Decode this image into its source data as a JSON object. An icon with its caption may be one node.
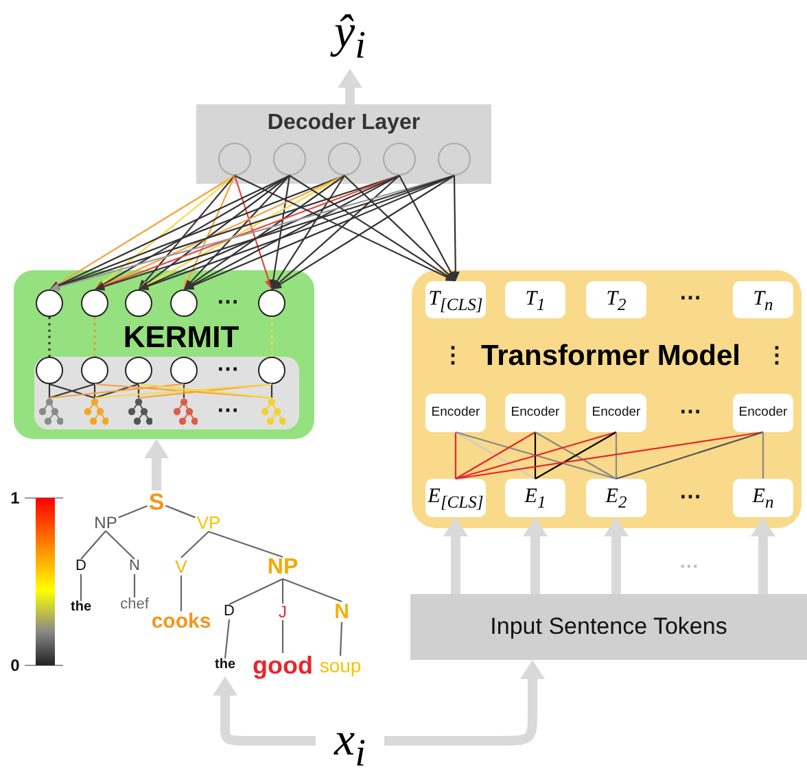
{
  "diagram": {
    "nodes": [
      {
        "text": [
          "ŷ$_{i}$"
        ]
      },
      {
        "text": [
          "Decoder Layer"
        ]
      },
      {
        "text": [],
        "shape": "circle",
        "in": 1
      },
      {
        "text": [],
        "shape": "circle",
        "in": 1
      },
      {
        "text": [],
        "shape": "circle",
        "in": 1
      },
      {
        "text": [],
        "shape": "circle",
        "in": 1
      },
      {
        "text": [],
        "shape": "circle",
        "in": 1
      },
      {
        "text": [
          "KERMIT"
        ]
      },
      {
        "text": [],
        "shape": "circle",
        "in": 7
      },
      {
        "text": [],
        "shape": "circle",
        "in": 7
      },
      {
        "text": [],
        "shape": "circle",
        "in": 7
      },
      {
        "text": [],
        "shape": "circle",
        "in": 7
      },
      {
        "text": [],
        "shape": "circle",
        "in": 7
      },
      {
        "text": [],
        "shape": "circle",
        "in": 7
      },
      {
        "text": [],
        "shape": "circle",
        "in": 7
      },
      {
        "text": [],
        "shape": "circle",
        "in": 7
      },
      {
        "text": [],
        "shape": "circle",
        "in": 7
      },
      {
        "text": [],
        "shape": "circle",
        "in": 7
      },
      {
        "text": [],
        "shape": "picture",
        "in": 7
      },
      {
        "text": [],
        "shape": "picture",
        "in": 7
      },
      {
        "text": [],
        "shape": "picture",
        "in": 7
      },
      {
        "text": [],
        "shape": "picture",
        "in": 7
      },
      {
        "text": [],
        "shape": "picture",
        "in": 7
      },
      {
        "text": [
          "Transformer Model"
        ]
      },
      {
        "text": [
          "T$_{[CLS]}$"
        ],
        "in": 23
      },
      {
        "text": [
          "T$_{1}$"
        ],
        "in": 23
      },
      {
        "text": [
          "T$_{2}$"
        ],
        "in": 23
      },
      {
        "text": [
          "T$_{n}$"
        ],
        "in": 23
      },
      {
        "text": [
          "Encoder"
        ],
        "in": 23
      },
      {
        "text": [
          "Encoder"
        ],
        "in": 23
      },
      {
        "text": [
          "Encoder"
        ],
        "in": 23
      },
      {
        "text": [
          "Encoder"
        ],
        "in": 23
      },
      {
        "text": [
          "E$_{[CLS]}$"
        ],
        "in": 23
      },
      {
        "text": [
          "E$_{1}$"
        ],
        "in": 23
      },
      {
        "text": [
          "E$_{2}$"
        ],
        "in": 23
      },
      {
        "text": [
          "E$_{n}$"
        ],
        "in": 23
      },
      {
        "text": [
          "Input Sentence Tokens"
        ]
      },
      {
        "text": [
          "x$_{i}$"
        ]
      },
      {
        "text": [
          "S"
        ]
      },
      {
        "text": [
          "NP"
        ]
      },
      {
        "text": [
          "VP"
        ]
      },
      {
        "text": [
          "D"
        ]
      },
      {
        "text": [
          "N"
        ]
      },
      {
        "text": [
          "V"
        ]
      },
      {
        "text": [
          "NP"
        ]
      },
      {
        "text": [
          "the"
        ]
      },
      {
        "text": [
          "chef"
        ]
      },
      {
        "text": [
          "cooks"
        ]
      },
      {
        "text": [
          "D"
        ]
      },
      {
        "text": [
          "J"
        ]
      },
      {
        "text": [
          "N"
        ]
      },
      {
        "text": [
          "the"
        ]
      },
      {
        "text": [
          "good"
        ]
      },
      {
        "text": [
          "soup"
        ]
      }
    ],
    "edges": [
      {
        "from": 1,
        "to": 0,
        "arrow": "to",
        "style": "thick",
        "color": "#d9d9d9"
      },
      {
        "from": 2,
        "to": 8,
        "arrow": "to",
        "color": "#f7a13a"
      },
      {
        "from": 2,
        "to": 9,
        "arrow": "to",
        "color": "#f5d948"
      },
      {
        "from": 2,
        "to": 10,
        "arrow": "to"
      },
      {
        "from": 2,
        "to": 11,
        "arrow": "to",
        "color": "#f7a13a"
      },
      {
        "from": 2,
        "to": 12,
        "arrow": "to",
        "color": "#e8443a"
      },
      {
        "from": 3,
        "to": 8,
        "arrow": "to"
      },
      {
        "from": 3,
        "to": 9,
        "arrow": "to"
      },
      {
        "from": 3,
        "to": 10,
        "arrow": "to"
      },
      {
        "from": 3,
        "to": 11,
        "arrow": "to"
      },
      {
        "from": 3,
        "to": 12,
        "arrow": "to"
      },
      {
        "from": 4,
        "to": 8,
        "arrow": "to"
      },
      {
        "from": 4,
        "to": 9,
        "arrow": "to",
        "color": "#f7a13a"
      },
      {
        "from": 4,
        "to": 10,
        "arrow": "to",
        "color": "#f5d948"
      },
      {
        "from": 4,
        "to": 11,
        "arrow": "to"
      },
      {
        "from": 4,
        "to": 12,
        "arrow": "to"
      },
      {
        "from": 5,
        "to": 8,
        "arrow": "to"
      },
      {
        "from": 5,
        "to": 9,
        "arrow": "to",
        "color": "#e8443a"
      },
      {
        "from": 5,
        "to": 10,
        "arrow": "to"
      },
      {
        "from": 5,
        "to": 11,
        "arrow": "to"
      },
      {
        "from": 5,
        "to": 12,
        "arrow": "to"
      },
      {
        "from": 6,
        "to": 8,
        "arrow": "to",
        "color": "#999999"
      },
      {
        "from": 6,
        "to": 9,
        "arrow": "to"
      },
      {
        "from": 6,
        "to": 10,
        "arrow": "to"
      },
      {
        "from": 6,
        "to": 11,
        "arrow": "to"
      },
      {
        "from": 6,
        "to": 12,
        "arrow": "to"
      },
      {
        "from": 2,
        "to": 24,
        "arrow": "to"
      },
      {
        "from": 3,
        "to": 24,
        "arrow": "to"
      },
      {
        "from": 4,
        "to": 24,
        "arrow": "to"
      },
      {
        "from": 5,
        "to": 24,
        "arrow": "to"
      },
      {
        "from": 6,
        "to": 24,
        "arrow": "to"
      },
      {
        "from": 8,
        "to": 13,
        "arrow": "none",
        "style": "dashed"
      },
      {
        "from": 9,
        "to": 14,
        "arrow": "none",
        "style": "dashed",
        "color": "#f7941d"
      },
      {
        "from": 12,
        "to": 17,
        "arrow": "none",
        "style": "dashed",
        "color": "#f5d948"
      },
      {
        "from": 13,
        "to": 18,
        "arrow": "none"
      },
      {
        "from": 14,
        "to": 19,
        "arrow": "none"
      },
      {
        "from": 15,
        "to": 20,
        "arrow": "none"
      },
      {
        "from": 16,
        "to": 21,
        "arrow": "none"
      },
      {
        "from": 17,
        "to": 22,
        "arrow": "none"
      },
      {
        "from": 13,
        "to": 19,
        "arrow": "none"
      },
      {
        "from": 14,
        "to": 18,
        "arrow": "none"
      },
      {
        "from": 15,
        "to": 19,
        "arrow": "none"
      },
      {
        "from": 14,
        "to": 22,
        "arrow": "none",
        "color": "#f7a13a"
      },
      {
        "from": 16,
        "to": 18,
        "arrow": "none",
        "color": "#f7a13a"
      },
      {
        "from": 17,
        "to": 20,
        "arrow": "none",
        "color": "#f7a13a"
      },
      {
        "from": 17,
        "to": 19,
        "arrow": "none",
        "color": "#f5d948"
      },
      {
        "from": 15,
        "to": 22,
        "arrow": "none",
        "color": "#f5d948"
      },
      {
        "from": 38,
        "to": 7,
        "arrow": "to",
        "style": "thick",
        "color": "#d9d9d9"
      },
      {
        "from": 38,
        "to": 39,
        "arrow": "none",
        "color": "#666666"
      },
      {
        "from": 38,
        "to": 40,
        "arrow": "none",
        "color": "#666666"
      },
      {
        "from": 39,
        "to": 41,
        "arrow": "none",
        "color": "#666666"
      },
      {
        "from": 39,
        "to": 42,
        "arrow": "none",
        "color": "#666666"
      },
      {
        "from": 41,
        "to": 45,
        "arrow": "none",
        "color": "#666666"
      },
      {
        "from": 42,
        "to": 46,
        "arrow": "none",
        "color": "#666666"
      },
      {
        "from": 40,
        "to": 43,
        "arrow": "none",
        "color": "#666666"
      },
      {
        "from": 40,
        "to": 44,
        "arrow": "none",
        "color": "#666666"
      },
      {
        "from": 43,
        "to": 47,
        "arrow": "none",
        "color": "#666666"
      },
      {
        "from": 44,
        "to": 48,
        "arrow": "none",
        "color": "#666666"
      },
      {
        "from": 44,
        "to": 49,
        "arrow": "none",
        "color": "#666666"
      },
      {
        "from": 44,
        "to": 50,
        "arrow": "none",
        "color": "#666666"
      },
      {
        "from": 48,
        "to": 51,
        "arrow": "none",
        "color": "#666666"
      },
      {
        "from": 49,
        "to": 52,
        "arrow": "none",
        "color": "#666666"
      },
      {
        "from": 50,
        "to": 53,
        "arrow": "none",
        "color": "#666666"
      },
      {
        "from": 28,
        "to": 32,
        "arrow": "none",
        "color": "#e8262a"
      },
      {
        "from": 28,
        "to": 33,
        "arrow": "none",
        "color": "#cccccc"
      },
      {
        "from": 28,
        "to": 34,
        "arrow": "none",
        "color": "#888888"
      },
      {
        "from": 29,
        "to": 32,
        "arrow": "none",
        "color": "#e8262a"
      },
      {
        "from": 29,
        "to": 33,
        "arrow": "none",
        "color": "#000000"
      },
      {
        "from": 29,
        "to": 34,
        "arrow": "none",
        "color": "#888888"
      },
      {
        "from": 30,
        "to": 32,
        "arrow": "none",
        "color": "#e8262a"
      },
      {
        "from": 30,
        "to": 33,
        "arrow": "none",
        "color": "#000000"
      },
      {
        "from": 30,
        "to": 34,
        "arrow": "none",
        "color": "#888888"
      },
      {
        "from": 31,
        "to": 32,
        "arrow": "none",
        "color": "#e8262a"
      },
      {
        "from": 31,
        "to": 34,
        "arrow": "none",
        "color": "#555555"
      },
      {
        "from": 31,
        "to": 35,
        "arrow": "none",
        "color": "#888888"
      },
      {
        "from": 36,
        "to": 32,
        "arrow": "to",
        "style": "thick",
        "color": "#d9d9d9"
      },
      {
        "from": 36,
        "to": 33,
        "arrow": "to",
        "style": "thick",
        "color": "#d9d9d9"
      },
      {
        "from": 36,
        "to": 34,
        "arrow": "to",
        "style": "thick",
        "color": "#d9d9d9"
      },
      {
        "from": 36,
        "to": 35,
        "arrow": "to",
        "style": "thick",
        "color": "#d9d9d9"
      },
      {
        "from": 37,
        "to": 36,
        "arrow": "to",
        "style": "thick",
        "color": "#d9d9d9"
      },
      {
        "from": 37,
        "to": 51,
        "arrow": "to",
        "style": "thick",
        "color": "#d9d9d9"
      }
    ],
    "labels": [
      "⋯",
      "⋯",
      "⋯",
      "⋯",
      "⋮",
      "⋮",
      "⋯",
      "⋯",
      "1",
      "⋯",
      "0"
    ]
  }
}
